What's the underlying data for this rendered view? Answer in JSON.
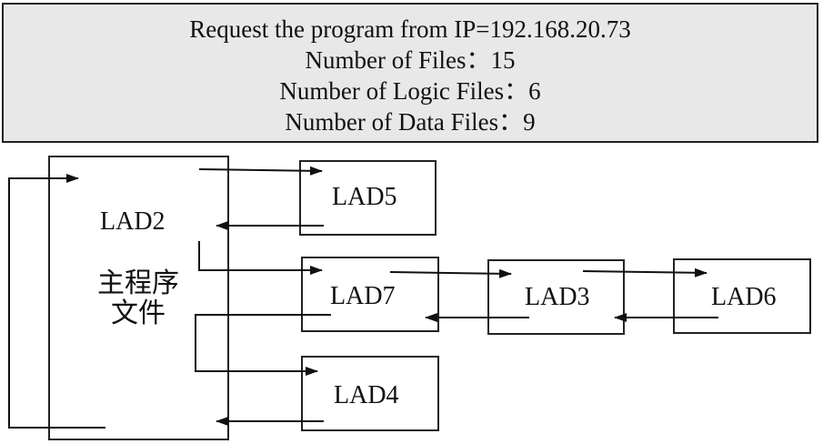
{
  "header": {
    "line1": "Request the program from IP=192.168.20.73",
    "line2": "Number of Files：15",
    "line3": "Number of Logic Files：6",
    "line4": "Number of Data Files：9"
  },
  "main_program": {
    "title": "LAD2",
    "desc_line1": "主程序",
    "desc_line2": "文件"
  },
  "files": {
    "lad5": "LAD5",
    "lad7": "LAD7",
    "lad3": "LAD3",
    "lad6": "LAD6",
    "lad4": "LAD4"
  }
}
